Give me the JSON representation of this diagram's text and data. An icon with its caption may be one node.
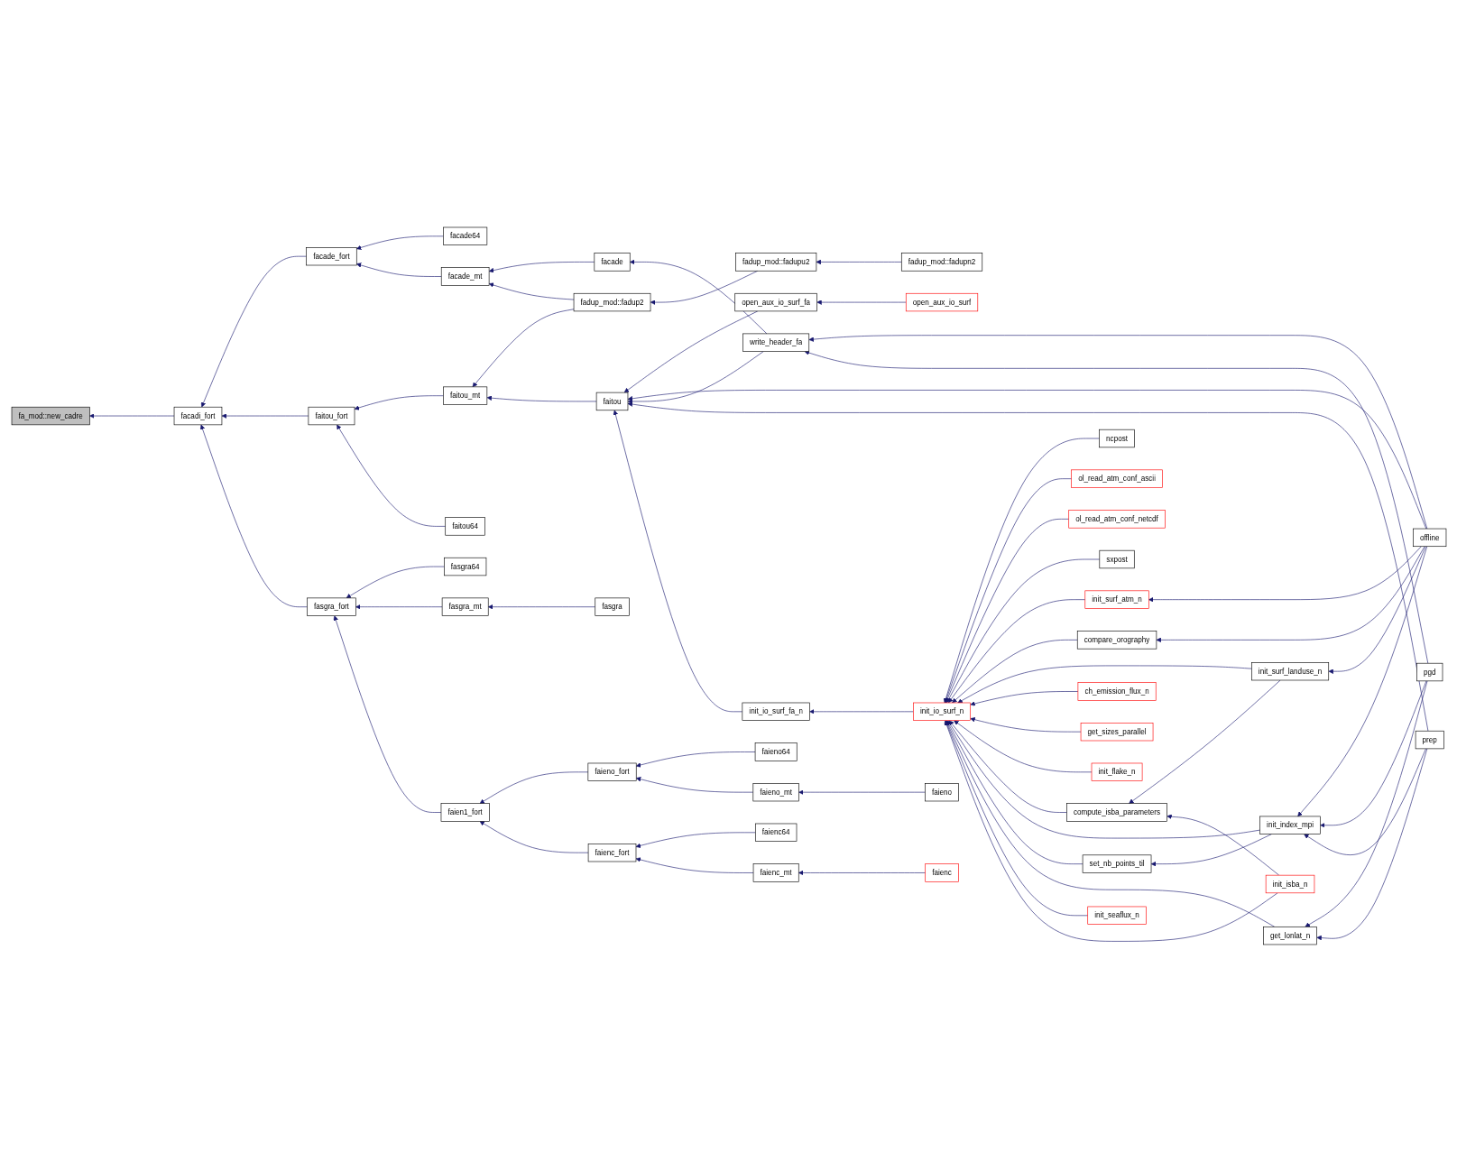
{
  "diagram": {
    "nodes": [
      {
        "text": [
          "fa_mod::new_cadre"
        ]
      },
      {
        "text": [
          "facadi_fort"
        ]
      },
      {
        "text": [
          "facade_fort"
        ]
      },
      {
        "text": [
          "faitou_fort"
        ]
      },
      {
        "text": [
          "fasgra_fort"
        ]
      },
      {
        "text": [
          "faien1_fort"
        ]
      },
      {
        "text": [
          "facade64"
        ]
      },
      {
        "text": [
          "facade_mt"
        ]
      },
      {
        "text": [
          "faitou_mt"
        ]
      },
      {
        "text": [
          "faitou64"
        ]
      },
      {
        "text": [
          "fasgra64"
        ]
      },
      {
        "text": [
          "fasgra_mt"
        ]
      },
      {
        "text": [
          "faieno_fort"
        ]
      },
      {
        "text": [
          "faienc_fort"
        ]
      },
      {
        "text": [
          "facade"
        ]
      },
      {
        "text": [
          "fadup_mod::fadupu2"
        ]
      },
      {
        "text": [
          "fadup_mod::fadup2"
        ]
      },
      {
        "text": [
          "open_aux_io_surf_fa"
        ]
      },
      {
        "text": [
          "faitou"
        ]
      },
      {
        "text": [
          "init_io_surf_fa_n"
        ]
      },
      {
        "text": [
          "fasgra"
        ]
      },
      {
        "text": [
          "faieno64"
        ]
      },
      {
        "text": [
          "faieno_mt"
        ]
      },
      {
        "text": [
          "faienc64"
        ]
      },
      {
        "text": [
          "faienc_mt"
        ]
      },
      {
        "text": [
          "fadup_mod::fadupn2"
        ]
      },
      {
        "text": [
          "open_aux_io_surf"
        ]
      },
      {
        "text": [
          "init_io_surf_n"
        ]
      },
      {
        "text": [
          "faieno"
        ]
      },
      {
        "text": [
          "faienc"
        ]
      },
      {
        "text": [
          "ncpost"
        ]
      },
      {
        "text": [
          "ol_read_atm_conf_ascii"
        ]
      },
      {
        "text": [
          "ol_read_atm_conf_netcdf"
        ]
      },
      {
        "text": [
          "sxpost"
        ]
      },
      {
        "text": [
          "init_surf_atm_n"
        ]
      },
      {
        "text": [
          "compare_orography"
        ]
      },
      {
        "text": [
          "init_surf_landuse_n"
        ]
      },
      {
        "text": [
          "ch_emission_flux_n"
        ]
      },
      {
        "text": [
          "get_sizes_parallel"
        ]
      },
      {
        "text": [
          "init_flake_n"
        ]
      },
      {
        "text": [
          "compute_isba_parameters"
        ]
      },
      {
        "text": [
          "set_nb_points_til"
        ]
      },
      {
        "text": [
          "init_seaflux_n"
        ]
      },
      {
        "text": [
          "write_header_fa"
        ]
      },
      {
        "text": [
          "init_index_mpi"
        ]
      },
      {
        "text": [
          "init_isba_n"
        ]
      },
      {
        "text": [
          "get_lonlat_n"
        ]
      },
      {
        "text": [
          "offline"
        ]
      },
      {
        "text": [
          "pgd"
        ]
      },
      {
        "text": [
          "prep"
        ]
      }
    ],
    "edges": [
      {
        "from": 1,
        "to": 0,
        "arrow": "to"
      },
      {
        "from": 2,
        "to": 1,
        "arrow": "to"
      },
      {
        "from": 3,
        "to": 1,
        "arrow": "to"
      },
      {
        "from": 4,
        "to": 1,
        "arrow": "to"
      },
      {
        "from": 6,
        "to": 2,
        "arrow": "to"
      },
      {
        "from": 7,
        "to": 2,
        "arrow": "to"
      },
      {
        "from": 8,
        "to": 3,
        "arrow": "to"
      },
      {
        "from": 9,
        "to": 3,
        "arrow": "to"
      },
      {
        "from": 10,
        "to": 4,
        "arrow": "to"
      },
      {
        "from": 11,
        "to": 4,
        "arrow": "to"
      },
      {
        "from": 5,
        "to": 4,
        "arrow": "to"
      },
      {
        "from": 14,
        "to": 7,
        "arrow": "to"
      },
      {
        "from": 16,
        "to": 7,
        "arrow": "to"
      },
      {
        "from": 16,
        "to": 8,
        "arrow": "to"
      },
      {
        "from": 18,
        "to": 8,
        "arrow": "to"
      },
      {
        "from": 15,
        "to": 16,
        "arrow": "to"
      },
      {
        "from": 25,
        "to": 15,
        "arrow": "to"
      },
      {
        "from": 17,
        "to": 18,
        "arrow": "to"
      },
      {
        "from": 26,
        "to": 17,
        "arrow": "to"
      },
      {
        "from": 47,
        "to": 18,
        "arrow": "to"
      },
      {
        "from": 43,
        "to": 18,
        "arrow": "to"
      },
      {
        "from": 49,
        "to": 18,
        "arrow": "to"
      },
      {
        "from": 19,
        "to": 18,
        "arrow": "to"
      },
      {
        "from": 43,
        "to": 14,
        "arrow": "to"
      },
      {
        "from": 20,
        "to": 11,
        "arrow": "to"
      },
      {
        "from": 12,
        "to": 5,
        "arrow": "to"
      },
      {
        "from": 13,
        "to": 5,
        "arrow": "to"
      },
      {
        "from": 21,
        "to": 12,
        "arrow": "to"
      },
      {
        "from": 22,
        "to": 12,
        "arrow": "to"
      },
      {
        "from": 28,
        "to": 22,
        "arrow": "to"
      },
      {
        "from": 23,
        "to": 13,
        "arrow": "to"
      },
      {
        "from": 24,
        "to": 13,
        "arrow": "to"
      },
      {
        "from": 29,
        "to": 24,
        "arrow": "to"
      },
      {
        "from": 27,
        "to": 19,
        "arrow": "to"
      },
      {
        "from": 30,
        "to": 27,
        "arrow": "to"
      },
      {
        "from": 31,
        "to": 27,
        "arrow": "to"
      },
      {
        "from": 32,
        "to": 27,
        "arrow": "to"
      },
      {
        "from": 33,
        "to": 27,
        "arrow": "to"
      },
      {
        "from": 34,
        "to": 27,
        "arrow": "to"
      },
      {
        "from": 35,
        "to": 27,
        "arrow": "to"
      },
      {
        "from": 36,
        "to": 27,
        "arrow": "to"
      },
      {
        "from": 37,
        "to": 27,
        "arrow": "to"
      },
      {
        "from": 38,
        "to": 27,
        "arrow": "to"
      },
      {
        "from": 39,
        "to": 27,
        "arrow": "to"
      },
      {
        "from": 40,
        "to": 27,
        "arrow": "to"
      },
      {
        "from": 44,
        "to": 27,
        "arrow": "to"
      },
      {
        "from": 41,
        "to": 27,
        "arrow": "to"
      },
      {
        "from": 46,
        "to": 27,
        "arrow": "to"
      },
      {
        "from": 42,
        "to": 27,
        "arrow": "to"
      },
      {
        "from": 45,
        "to": 27,
        "arrow": "to"
      },
      {
        "from": 47,
        "to": 43,
        "arrow": "to"
      },
      {
        "from": 48,
        "to": 43,
        "arrow": "to"
      },
      {
        "from": 47,
        "to": 34,
        "arrow": "to"
      },
      {
        "from": 47,
        "to": 35,
        "arrow": "to"
      },
      {
        "from": 47,
        "to": 36,
        "arrow": "to"
      },
      {
        "from": 36,
        "to": 40,
        "arrow": "to"
      },
      {
        "from": 45,
        "to": 40,
        "arrow": "to"
      },
      {
        "from": 44,
        "to": 41,
        "arrow": "to"
      },
      {
        "from": 47,
        "to": 44,
        "arrow": "to"
      },
      {
        "from": 48,
        "to": 44,
        "arrow": "to"
      },
      {
        "from": 49,
        "to": 44,
        "arrow": "to"
      },
      {
        "from": 48,
        "to": 46,
        "arrow": "to"
      },
      {
        "from": 49,
        "to": 46,
        "arrow": "to"
      }
    ]
  }
}
